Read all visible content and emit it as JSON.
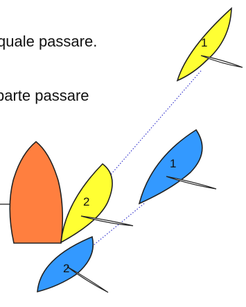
{
  "text_lines": [
    "quale passare.",
    "parte passare"
  ],
  "boats": [
    {
      "id": "yellow-1",
      "label": "1",
      "color": "#ffff33"
    },
    {
      "id": "yellow-2",
      "label": "2",
      "color": "#ffff33"
    },
    {
      "id": "blue-1",
      "label": "1",
      "color": "#3399ff"
    },
    {
      "id": "blue-2",
      "label": "2",
      "color": "#3399ff"
    }
  ],
  "mark_boat": {
    "color": "#ff7f3f"
  },
  "connector_color": "#3333cc"
}
